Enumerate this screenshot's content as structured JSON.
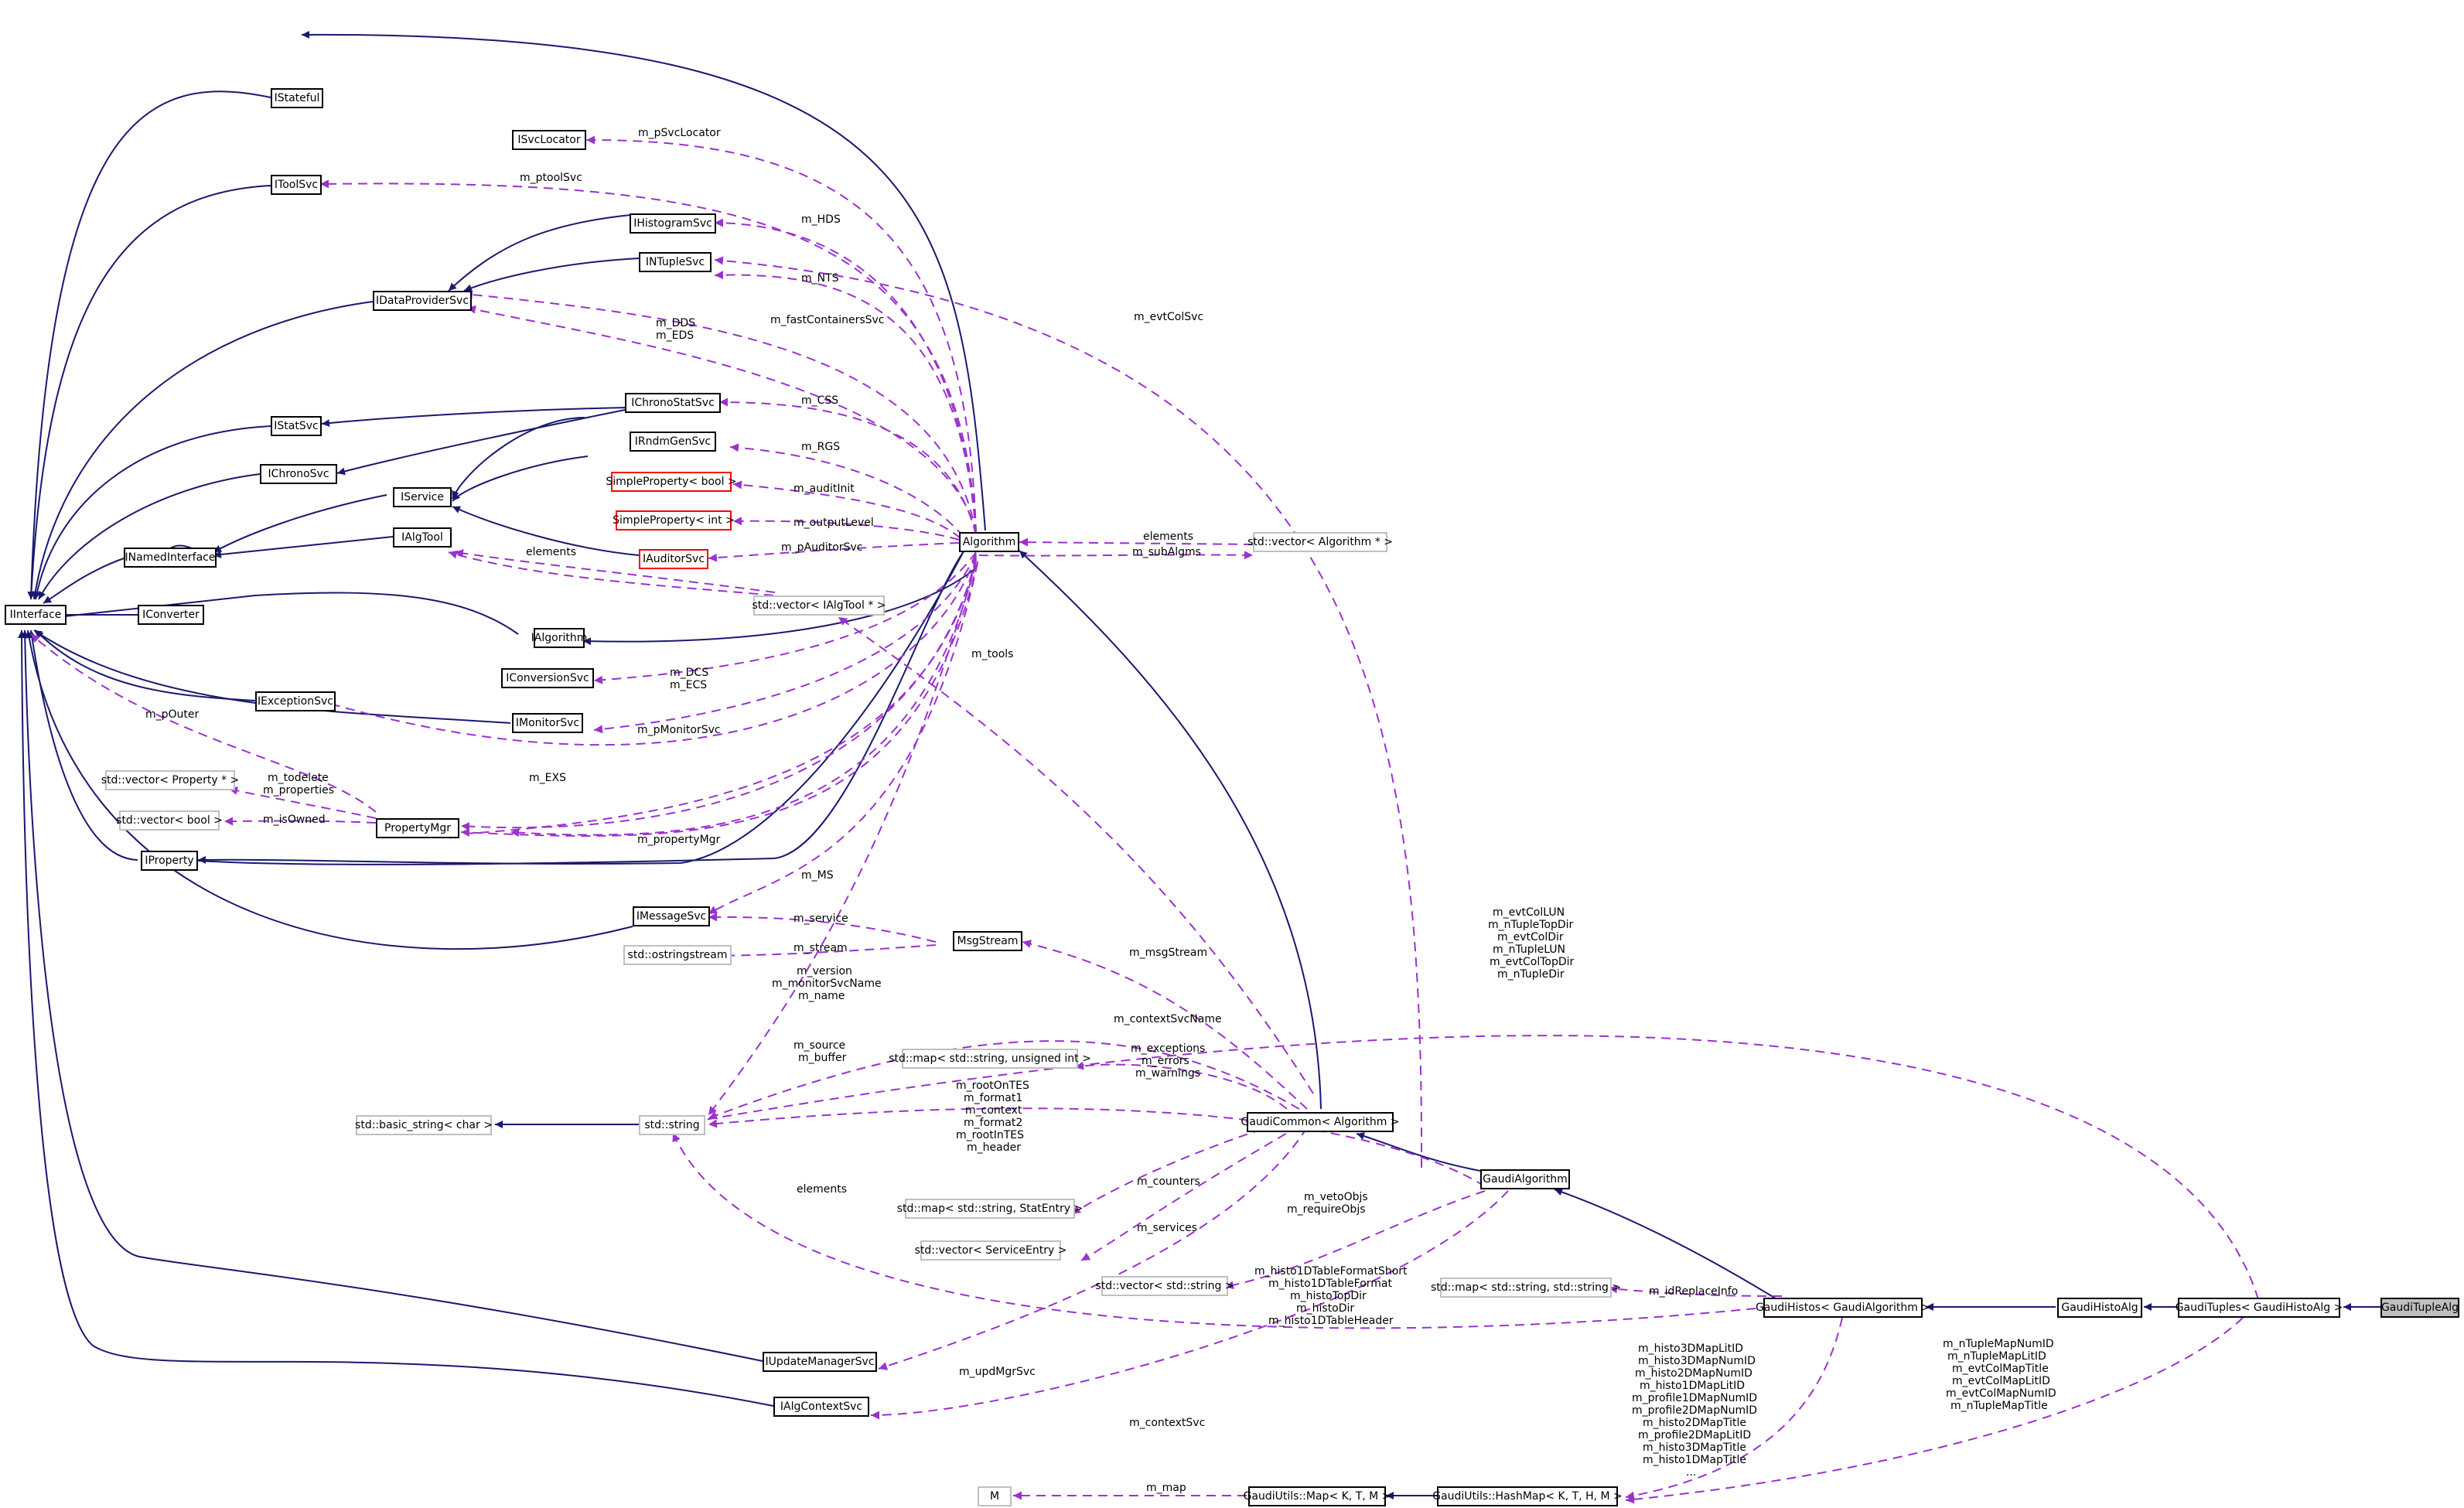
{
  "diagram": {
    "colors": {
      "inheritance": "#191970",
      "usage": "#9a32cd",
      "focus_fill": "#bfbfbf",
      "undocumented_border": "#bfbfbf",
      "missing_border": "#ff0000"
    },
    "nodes": {
      "IStateful": "IStateful",
      "ISvcLocator": "ISvcLocator",
      "IToolSvc": "IToolSvc",
      "IHistogramSvc": "IHistogramSvc",
      "INTupleSvc": "INTupleSvc",
      "IDataProviderSvc": "IDataProviderSvc",
      "IChronoStatSvc": "IChronoStatSvc",
      "IStatSvc": "IStatSvc",
      "IRndmGenSvc": "IRndmGenSvc",
      "IChronoSvc": "IChronoSvc",
      "SimplePropertyBool": "SimpleProperty< bool >",
      "IService": "IService",
      "SimplePropertyInt": "SimpleProperty< int >",
      "IAlgTool": "IAlgTool",
      "INamedInterface": "INamedInterface",
      "IAuditorSvc": "IAuditorSvc",
      "Algorithm": "Algorithm",
      "VectorAlgorithm": "std::vector< Algorithm * >",
      "IInterface": "IInterface",
      "IConverter": "IConverter",
      "VectorIAlgTool": "std::vector< IAlgTool * >",
      "IAlgorithm": "IAlgorithm",
      "IConversionSvc": "IConversionSvc",
      "IExceptionSvc": "IExceptionSvc",
      "IMonitorSvc": "IMonitorSvc",
      "VectorProperty": "std::vector< Property * >",
      "VectorBool": "std::vector< bool >",
      "PropertyMgr": "PropertyMgr",
      "IProperty": "IProperty",
      "IMessageSvc": "IMessageSvc",
      "MsgStream": "MsgStream",
      "Ostringstream": "std::ostringstream",
      "MapStringUInt": "std::map< std::string, unsigned int >",
      "BasicString": "std::basic_string< char >",
      "StdString": "std::string",
      "GaudiCommon": "GaudiCommon< Algorithm >",
      "GaudiAlgorithm": "GaudiAlgorithm",
      "MapStringStatEntry": "std::map< std::string, StatEntry >",
      "VectorServiceEntry": "std::vector< ServiceEntry >",
      "VectorString": "std::vector< std::string >",
      "MapStringString": "std::map< std::string, std::string >",
      "GaudiHistos": "GaudiHistos< GaudiAlgorithm >",
      "GaudiHistoAlg": "GaudiHistoAlg",
      "GaudiTuples": "GaudiTuples< GaudiHistoAlg >",
      "GaudiTupleAlg": "GaudiTupleAlg",
      "IUpdateManagerSvc": "IUpdateManagerSvc",
      "IAlgContextSvc": "IAlgContextSvc",
      "M": "M",
      "GaudiUtilsMap": "GaudiUtils::Map< K, T, M >",
      "GaudiUtilsHashMap": "GaudiUtils::HashMap< K, T, H, M >"
    },
    "edge_labels": {
      "pSvcLocator": [
        "m_pSvcLocator"
      ],
      "ptoolSvc": [
        "m_ptoolSvc"
      ],
      "HDS": [
        "m_HDS"
      ],
      "NTS": [
        "m_NTS"
      ],
      "evtColSvc": [
        "m_evtColSvc"
      ],
      "fastContainersSvc": [
        "m_fastContainersSvc"
      ],
      "DDS_EDS": [
        "m_DDS",
        "m_EDS"
      ],
      "CSS": [
        "m_CSS"
      ],
      "RGS": [
        "m_RGS"
      ],
      "auditInit": [
        "m_auditInit"
      ],
      "outputLevel": [
        "m_outputLevel"
      ],
      "pAuditorSvc": [
        "m_pAuditorSvc"
      ],
      "algElements": [
        "elements"
      ],
      "subAlgms": [
        "m_subAlgms"
      ],
      "toolElements": [
        "elements"
      ],
      "tools": [
        "m_tools"
      ],
      "DCS_ECS": [
        "m_DCS",
        "m_ECS"
      ],
      "pMonitorSvc": [
        "m_pMonitorSvc"
      ],
      "pOuter": [
        "m_pOuter"
      ],
      "EXS": [
        "m_EXS"
      ],
      "todelete": [
        "m_todelete",
        "m_properties"
      ],
      "isOwned": [
        "m_isOwned"
      ],
      "propertyMgr": [
        "m_propertyMgr"
      ],
      "MS": [
        "m_MS"
      ],
      "service": [
        "m_service"
      ],
      "stream": [
        "m_stream"
      ],
      "msgStream": [
        "m_msgStream"
      ],
      "versionName": [
        "m_version",
        "m_monitorSvcName",
        "m_name"
      ],
      "contextSvcName": [
        "m_contextSvcName"
      ],
      "sourceBuffer": [
        "m_source",
        "m_buffer"
      ],
      "exceptions": [
        "m_exceptions",
        "m_errors",
        "m_warnings"
      ],
      "rootOnTES": [
        "m_rootOnTES",
        "m_format1",
        "m_context",
        "m_format2",
        "m_rootInTES",
        "m_header"
      ],
      "evtColLUN": [
        "m_evtColLUN",
        "m_nTupleTopDir",
        "m_evtColDir",
        "m_nTupleLUN",
        "m_evtColTopDir",
        "m_nTupleDir"
      ],
      "counters": [
        "m_counters"
      ],
      "stringElements": [
        "elements"
      ],
      "services": [
        "m_services"
      ],
      "vetoObjs": [
        "m_vetoObjs",
        "m_requireObjs"
      ],
      "histoFormat": [
        "m_histo1DTableFormatShort",
        "m_histo1DTableFormat",
        "m_histoTopDir",
        "m_histoDir",
        "m_histo1DTableHeader"
      ],
      "idReplaceInfo": [
        "m_idReplaceInfo"
      ],
      "updMgrSvc": [
        "m_updMgrSvc"
      ],
      "contextSvc": [
        "m_contextSvc"
      ],
      "histoMaps": [
        "m_histo3DMapLitID",
        "m_histo3DMapNumID",
        "m_histo2DMapNumID",
        "m_histo1DMapLitID",
        "m_profile1DMapNumID",
        "m_profile2DMapNumID",
        "m_histo2DMapTitle",
        "m_profile2DMapLitID",
        "m_histo3DMapTitle",
        "m_histo1DMapTitle",
        "..."
      ],
      "ntupleMaps": [
        "m_nTupleMapNumID",
        "m_nTupleMapLitID",
        "m_evtColMapTitle",
        "m_evtColMapLitID",
        "m_evtColMapNumID",
        "m_nTupleMapTitle"
      ],
      "map": [
        "m_map"
      ]
    }
  }
}
